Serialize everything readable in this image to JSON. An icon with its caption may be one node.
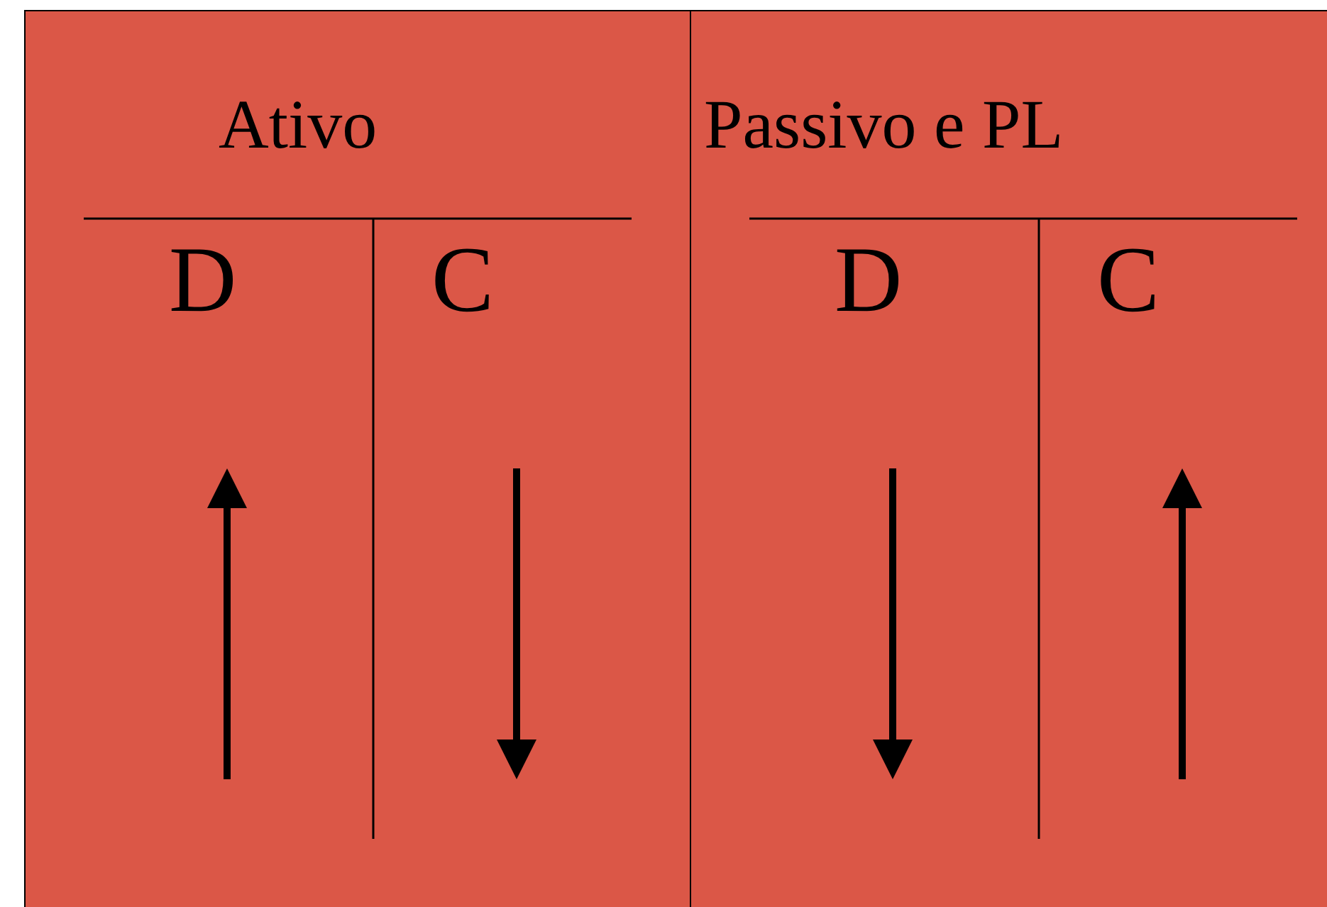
{
  "diagram": {
    "nodes": [
      {
        "text": [
          "Ativo",
          "D",
          "C"
        ]
      },
      {
        "text": [
          "Passivo e PL",
          "D",
          "C"
        ]
      }
    ]
  }
}
